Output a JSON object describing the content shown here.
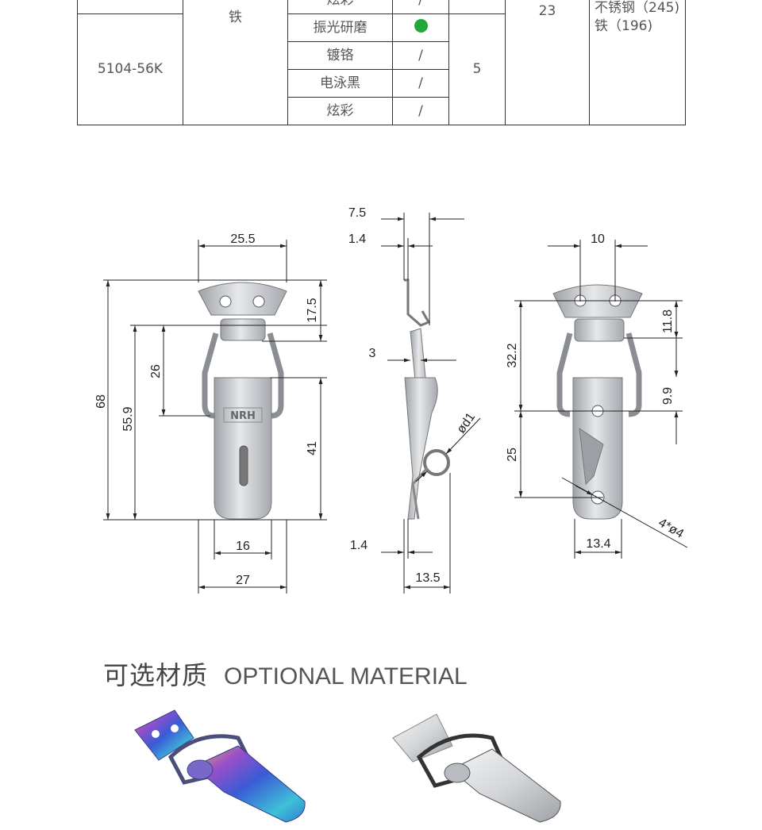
{
  "spec_table": {
    "model": "5104-56K",
    "material": "铁",
    "quantity": "5",
    "value_23": "23",
    "finishes": [
      {
        "name": "炫彩",
        "option": "/"
      },
      {
        "name": "振光研磨",
        "option": "dot"
      },
      {
        "name": "镀铬",
        "option": "/"
      },
      {
        "name": "电泳黑",
        "option": "/"
      },
      {
        "name": "炫彩",
        "option": "/"
      }
    ],
    "notes": [
      "不锈钢（245)",
      "铁（196)"
    ],
    "dot_color": "#22a83a"
  },
  "drawing": {
    "front": {
      "d_25_5": "25.5",
      "d_17_5": "17.5",
      "d_68": "68",
      "d_55_9": "55.9",
      "d_26": "26",
      "d_41": "41",
      "d_16": "16",
      "d_27": "27",
      "logo": "NRH"
    },
    "side": {
      "d_7_5": "7.5",
      "d_1_4_top": "1.4",
      "d_3": "3",
      "d_od1": "ød1",
      "d_1_4_bottom": "1.4",
      "d_13_5": "13.5"
    },
    "back": {
      "d_10": "10",
      "d_32_2": "32.2",
      "d_11_8": "11.8",
      "d_9_9": "9.9",
      "d_25": "25",
      "d_13_4": "13.4",
      "d_holes": "4*ø4"
    }
  },
  "section": {
    "title_cn": "可选材质",
    "title_en": "OPTIONAL MATERIAL"
  },
  "colors": {
    "line": "#333333",
    "metal": "#c9ccd0",
    "metal_dark": "#8a8e93",
    "iridescent": [
      "#3a5bd6",
      "#9a4fc9",
      "#3fc0d8",
      "#e0b84a"
    ]
  }
}
